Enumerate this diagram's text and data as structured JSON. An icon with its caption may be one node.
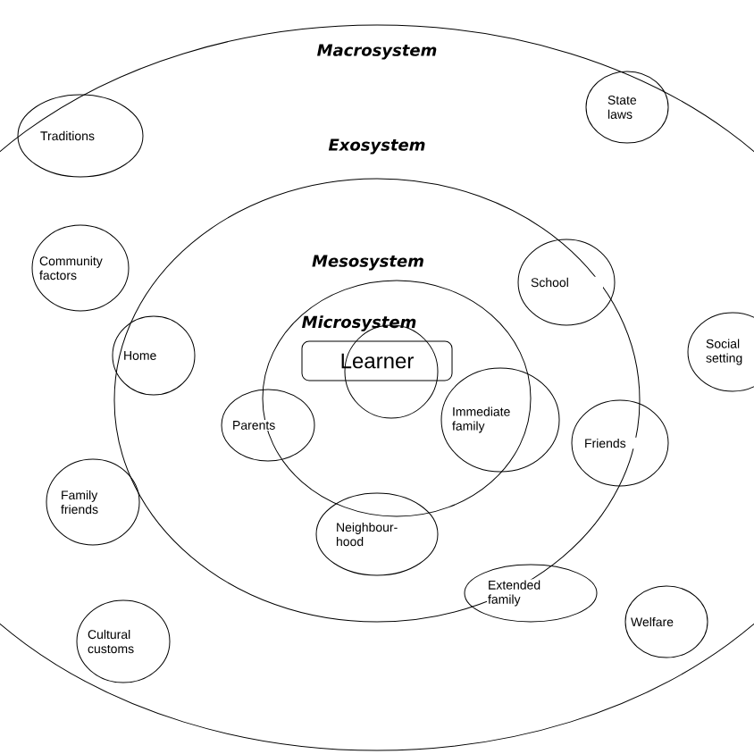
{
  "diagram": {
    "nodes": [
      {
        "text": [
          "Macrosystem"
        ]
      },
      {
        "text": [
          "Exosystem"
        ],
        "in": 0
      },
      {
        "text": [
          "Mesosystem"
        ],
        "in": 1
      },
      {
        "text": [
          "Traditions"
        ],
        "in": 0
      },
      {
        "text": [
          "State laws"
        ],
        "in": 0
      },
      {
        "text": [
          "Community factors"
        ],
        "in": 0
      },
      {
        "text": [
          "School"
        ],
        "in": 1
      },
      {
        "text": [
          "Home"
        ],
        "in": 1
      },
      {
        "text": [
          "Social setting"
        ],
        "in": 0
      },
      {
        "text": [
          "Learner"
        ],
        "in": 2
      },
      {
        "text": [],
        "shape": "circle",
        "in": 2
      },
      {
        "text": [
          "Immediate family"
        ],
        "in": 1
      },
      {
        "text": [
          "Parents"
        ],
        "in": 1
      },
      {
        "text": [
          "Friends"
        ],
        "in": 0
      },
      {
        "text": [
          "Family friends"
        ],
        "in": 0
      },
      {
        "text": [
          "Neighbour-hood"
        ],
        "in": 1
      },
      {
        "text": [
          "Extended family"
        ],
        "in": 0
      },
      {
        "text": [
          "Welfare"
        ],
        "in": 0
      },
      {
        "text": [
          "Cultural customs"
        ],
        "in": 0
      }
    ],
    "labels": [
      "Microsystem"
    ]
  }
}
